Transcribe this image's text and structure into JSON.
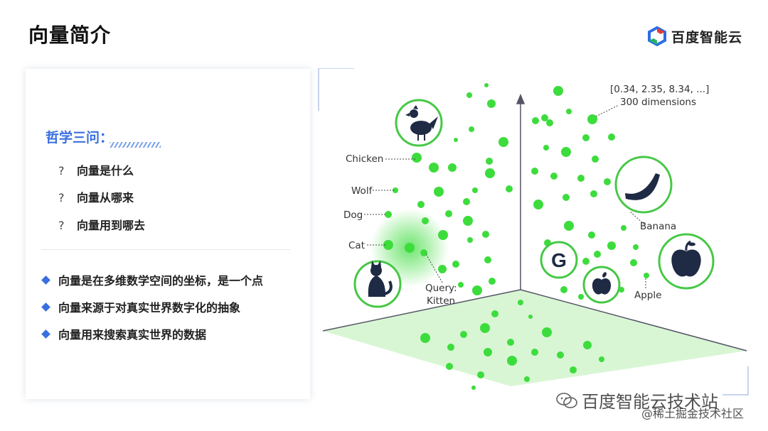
{
  "slide": {
    "title": "向量简介",
    "brand": "百度智能云",
    "subtitle": "哲学三问：",
    "questions": [
      {
        "mark": "?",
        "text": "向量是什么"
      },
      {
        "mark": "?",
        "text": "向量从哪来"
      },
      {
        "mark": "?",
        "text": "向量用到哪去"
      }
    ],
    "bullets": [
      "向量是在多维数学空间的坐标，是一个点",
      "向量来源于对真实世界数字化的抽象",
      "向量用来搜索真实世界的数据"
    ]
  },
  "illustration": {
    "vector_text": "[0.34, 2.35, 8.34, ...]",
    "dimensions_text": "300 dimensions",
    "labels": {
      "chicken": "Chicken",
      "wolf": "Wolf",
      "dog": "Dog",
      "cat": "Cat",
      "query_line1": "Query:",
      "query_line2": "Kitten",
      "banana": "Banana",
      "apple": "Apple",
      "google_letter": "G"
    },
    "colors": {
      "dot": "#3ddc3d",
      "ring": "#46c846",
      "icon": "#1f2a44",
      "floor": "#d8f6d4"
    }
  },
  "watermark": {
    "line1": "百度智能云技术站",
    "line2": "@稀土掘金技术社区"
  }
}
